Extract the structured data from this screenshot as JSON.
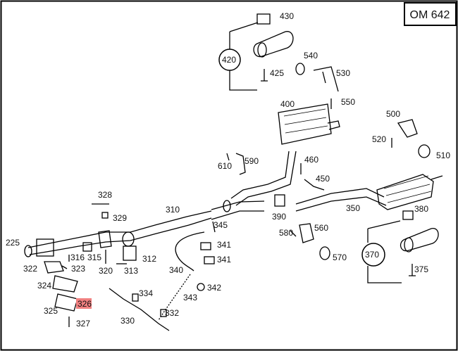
{
  "engine_code": "OM 642",
  "highlight_color": "#f08080",
  "highlighted_part": "326",
  "parts": [
    {
      "id": "p430",
      "label": "430"
    },
    {
      "id": "p420",
      "label": "420"
    },
    {
      "id": "p425",
      "label": "425"
    },
    {
      "id": "p540",
      "label": "540"
    },
    {
      "id": "p530",
      "label": "530"
    },
    {
      "id": "p550",
      "label": "550"
    },
    {
      "id": "p400",
      "label": "400"
    },
    {
      "id": "p500",
      "label": "500"
    },
    {
      "id": "p520",
      "label": "520"
    },
    {
      "id": "p510",
      "label": "510"
    },
    {
      "id": "p610",
      "label": "610"
    },
    {
      "id": "p590",
      "label": "590"
    },
    {
      "id": "p460",
      "label": "460"
    },
    {
      "id": "p450",
      "label": "450"
    },
    {
      "id": "p328",
      "label": "328"
    },
    {
      "id": "p329",
      "label": "329"
    },
    {
      "id": "p310",
      "label": "310"
    },
    {
      "id": "p350",
      "label": "350"
    },
    {
      "id": "p380",
      "label": "380"
    },
    {
      "id": "p390",
      "label": "390"
    },
    {
      "id": "p345",
      "label": "345"
    },
    {
      "id": "p560",
      "label": "560"
    },
    {
      "id": "p580",
      "label": "580"
    },
    {
      "id": "p225",
      "label": "225"
    },
    {
      "id": "p341a",
      "label": "341"
    },
    {
      "id": "p341b",
      "label": "341"
    },
    {
      "id": "p370",
      "label": "370"
    },
    {
      "id": "p316",
      "label": "316"
    },
    {
      "id": "p315",
      "label": "315"
    },
    {
      "id": "p312",
      "label": "312"
    },
    {
      "id": "p570",
      "label": "570"
    },
    {
      "id": "p322",
      "label": "322"
    },
    {
      "id": "p323",
      "label": "323"
    },
    {
      "id": "p320",
      "label": "320"
    },
    {
      "id": "p313",
      "label": "313"
    },
    {
      "id": "p340",
      "label": "340"
    },
    {
      "id": "p375",
      "label": "375"
    },
    {
      "id": "p342",
      "label": "342"
    },
    {
      "id": "p324",
      "label": "324"
    },
    {
      "id": "p334",
      "label": "334"
    },
    {
      "id": "p343",
      "label": "343"
    },
    {
      "id": "p326",
      "label": "326"
    },
    {
      "id": "p325",
      "label": "325"
    },
    {
      "id": "p332",
      "label": "332"
    },
    {
      "id": "p327",
      "label": "327"
    },
    {
      "id": "p330",
      "label": "330"
    }
  ]
}
